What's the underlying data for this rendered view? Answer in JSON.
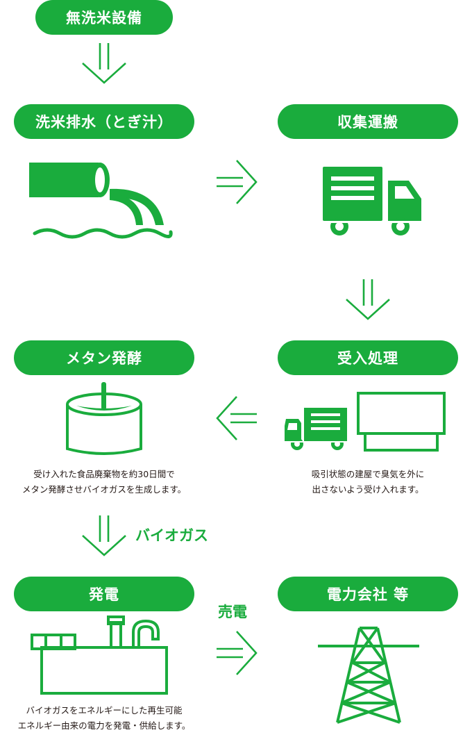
{
  "colors": {
    "brand_green": "#1aac3d",
    "text": "#231815",
    "background": "#ffffff"
  },
  "steps": {
    "no_wash": "無洗米設備",
    "rinse_water": "洗米排水（とぎ汁）",
    "collection": "収集運搬",
    "reception": "受入処理",
    "fermentation": "メタン発酵",
    "power_generation": "発電",
    "power_company": "電力会社 等"
  },
  "descriptions": {
    "reception": [
      "吸引状態の建屋で臭気を外に",
      "出さないよう受け入れます。"
    ],
    "fermentation": [
      "受け入れた食品廃棄物を約30日間で",
      "メタン発酵させバイオガスを生成します。"
    ],
    "power_generation": [
      "バイオガスをエネルギーにした再生可能",
      "エネルギー由来の電力を発電・供給します。"
    ]
  },
  "arrow_labels": {
    "biogas": "バイオガス",
    "sell_power": "売電"
  },
  "icons": {
    "rinse_water": "drain-pipe-icon",
    "collection": "truck-icon",
    "reception": "truck-facility-icon",
    "fermentation": "fermentation-tank-icon",
    "power_generation": "power-plant-icon",
    "power_company": "transmission-tower-icon"
  }
}
